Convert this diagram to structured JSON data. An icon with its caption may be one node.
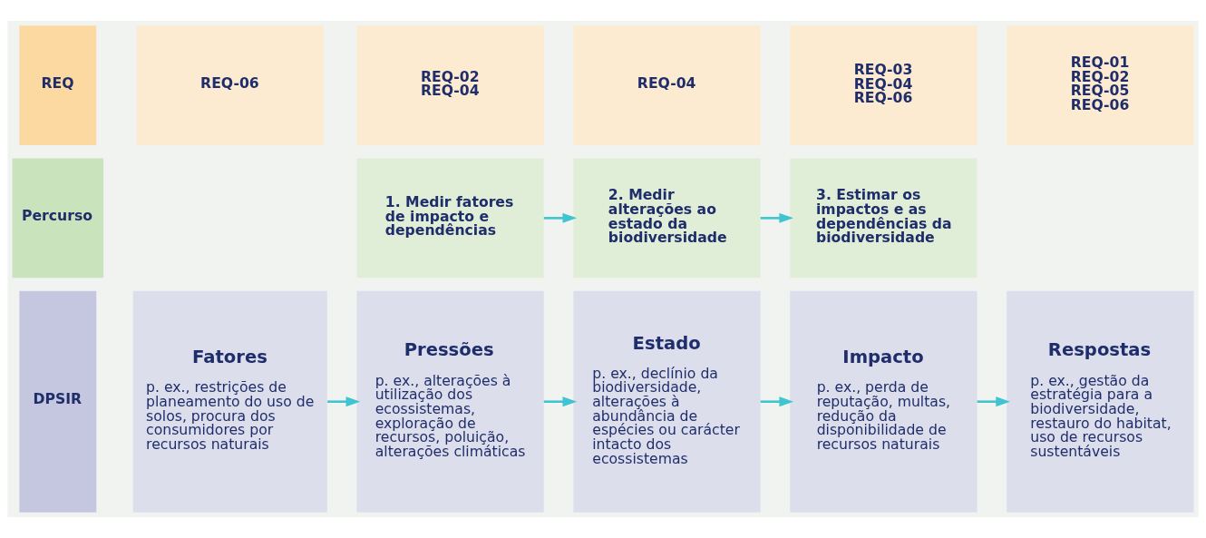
{
  "diagram": {
    "nodes": [
      {
        "text": [
          "DPSIR"
        ]
      },
      {
        "text": [
          "Fatores",
          "p. ex., restrições de planeamento do uso de solos, procura dos consumidores por recursos naturais"
        ]
      },
      {
        "text": [
          "Pressões",
          "p. ex., alterações à utilização dos ecossistemas, exploração de recursos, poluição, alterações climáticas"
        ]
      },
      {
        "text": [
          "Estado",
          "p. ex., declínio da biodiversidade, alterações à abundância de espécies ou carácter intacto dos ecossistemas"
        ]
      },
      {
        "text": [
          "Impacto",
          "p. ex., perda de reputação, multas, redução da disponibilidade de recursos naturais"
        ]
      },
      {
        "text": [
          "Respostas",
          "p. ex., gestão da estratégia para a biodiversidade, restauro do habitat, uso de recursos sustentáveis"
        ]
      },
      {
        "text": [
          "Percurso"
        ]
      },
      {
        "text": [
          "1. Medir fatores de impacto e dependências"
        ]
      },
      {
        "text": [
          "2. Medir alterações ao estado da biodiversidade"
        ]
      },
      {
        "text": [
          "3. Estimar os impactos e as dependências da biodiversidade"
        ]
      },
      {
        "text": [
          "REQ"
        ]
      },
      {
        "text": [
          "REQ-06"
        ]
      },
      {
        "text": [
          "REQ-02",
          "REQ-04"
        ]
      },
      {
        "text": [
          "REQ-04"
        ]
      },
      {
        "text": [
          "REQ-03",
          "REQ-04",
          "REQ-06"
        ]
      },
      {
        "text": [
          "REQ-01",
          "REQ-02",
          "REQ-05",
          "REQ-06"
        ]
      }
    ],
    "edges": [
      {
        "from": 1,
        "to": 2,
        "arrow": "to"
      },
      {
        "from": 2,
        "to": 3,
        "arrow": "to"
      },
      {
        "from": 3,
        "to": 4,
        "arrow": "to"
      },
      {
        "from": 4,
        "to": 5,
        "arrow": "to"
      },
      {
        "from": 7,
        "to": 8,
        "arrow": "to"
      },
      {
        "from": 8,
        "to": 9,
        "arrow": "to"
      }
    ]
  }
}
